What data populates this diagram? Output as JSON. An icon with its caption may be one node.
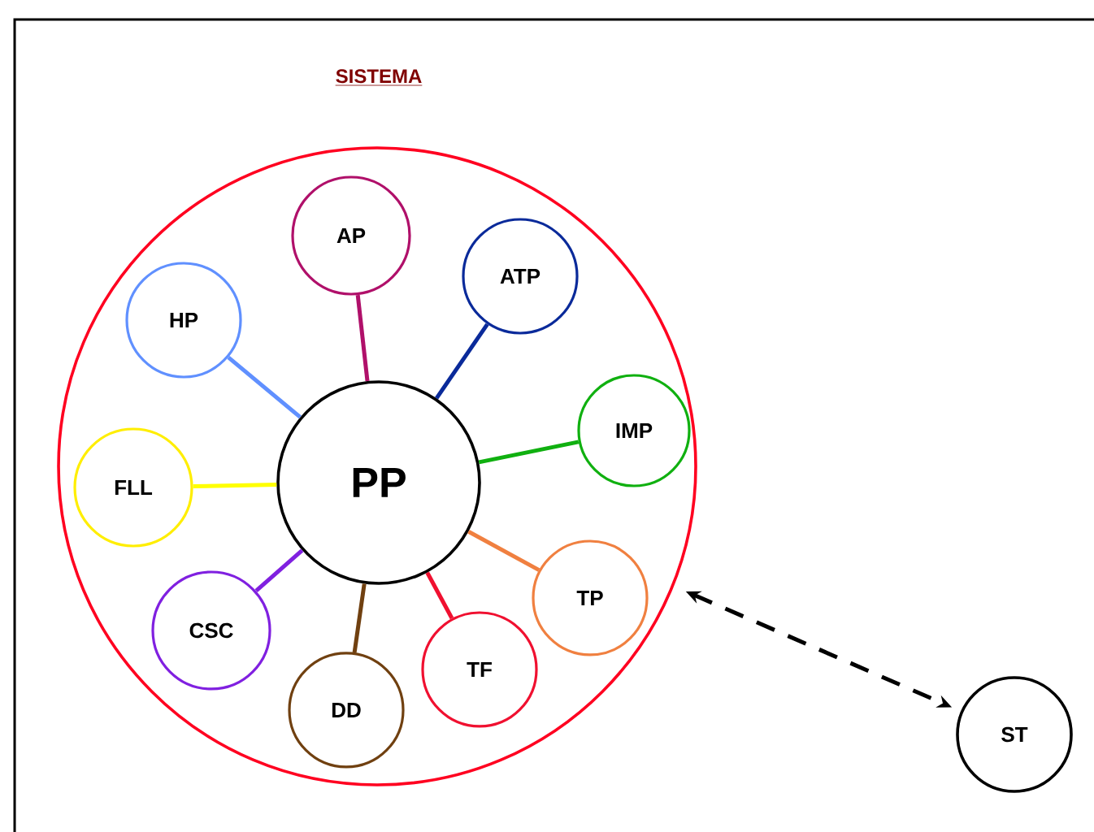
{
  "diagram": {
    "title": "SISTEMA",
    "nodes": [
      {
        "text": [],
        "shape": "circle"
      },
      {
        "text": [
          "AP"
        ],
        "in": 0
      },
      {
        "text": [
          "ATP"
        ],
        "in": 0
      },
      {
        "text": [
          "HP"
        ],
        "in": 0
      },
      {
        "text": [
          "IMP"
        ],
        "in": 0
      },
      {
        "text": [
          "FLL"
        ],
        "in": 0
      },
      {
        "text": [
          "PP"
        ],
        "in": 0
      },
      {
        "text": [
          "TP"
        ],
        "in": 0
      },
      {
        "text": [
          "CSC"
        ],
        "in": 0
      },
      {
        "text": [
          "TF"
        ],
        "in": 0
      },
      {
        "text": [
          "DD"
        ],
        "in": 0
      },
      {
        "text": [
          "ST"
        ]
      }
    ],
    "edges": [
      {
        "from": 6,
        "to": 1,
        "arrow": "none",
        "color": "#b0106a"
      },
      {
        "from": 6,
        "to": 2,
        "arrow": "none",
        "color": "#0a2a9a"
      },
      {
        "from": 6,
        "to": 3,
        "arrow": "none",
        "color": "#6090ff"
      },
      {
        "from": 6,
        "to": 4,
        "arrow": "none",
        "color": "#10b010"
      },
      {
        "from": 6,
        "to": 5,
        "arrow": "none",
        "color": "#ffff00"
      },
      {
        "from": 6,
        "to": 7,
        "arrow": "none",
        "color": "#f08040"
      },
      {
        "from": 6,
        "to": 8,
        "arrow": "none",
        "color": "#8020e0"
      },
      {
        "from": 6,
        "to": 9,
        "arrow": "none",
        "color": "#f01030"
      },
      {
        "from": 6,
        "to": 10,
        "arrow": "none",
        "color": "#704010"
      },
      {
        "from": 0,
        "to": 11,
        "arrow": "both",
        "style": "dashed",
        "color": "#000000"
      }
    ]
  }
}
